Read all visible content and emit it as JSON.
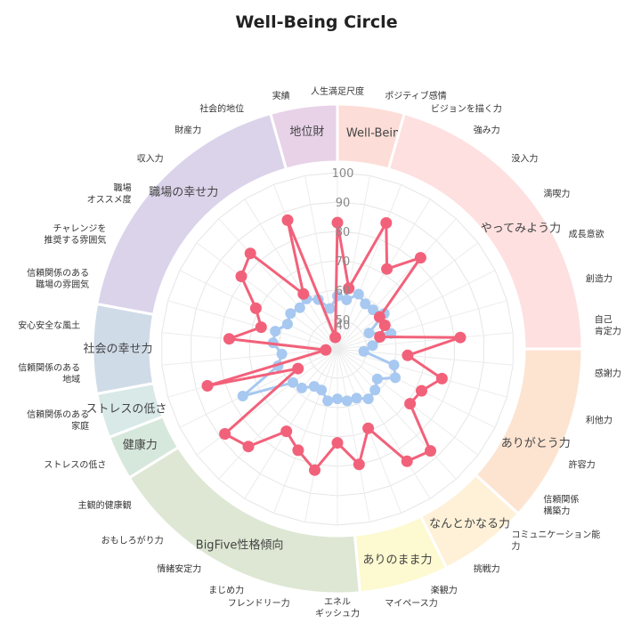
{
  "title": "Well-Being Circle",
  "colors": {
    "series1": "#f2617a",
    "series2": "#a7c8f0",
    "grid": "#e6e6e6",
    "spoke": "#ececec"
  },
  "chart_data": {
    "type": "radar",
    "title": "Well-Being Circle",
    "rlim": [
      40,
      100
    ],
    "ticks": [
      40,
      50,
      60,
      70,
      80,
      90,
      100
    ],
    "grid": true,
    "categories": [
      "人生満足尺度",
      "ポジティブ感情",
      "ビジョンを描く力",
      "強み力",
      "没入力",
      "満喫力",
      "成長意欲",
      "創造力",
      "自己\n肯定力",
      "感謝力",
      "利他力",
      "許容力",
      "信頼関係\n構築力",
      "コミュニケーション能\n力",
      "挑戦力",
      "楽観力",
      "マイペース力",
      "エネル\nギッシュ力",
      "フレンドリー力",
      "まじめ力",
      "情緒安定力",
      "おもしろがり力",
      "主観的健康観",
      "ストレスの低さ",
      "信頼関係のある\n家庭",
      "信頼関係のある\n地域",
      "安心安全な風土",
      "信頼関係のある\n職場の雰囲気",
      "チャレンジを\n推奨する雰囲気",
      "職場\nオススメ度",
      "収入力",
      "財産力",
      "社会的地位",
      "実績"
    ],
    "series": [
      {
        "values": [
          83,
          61,
          86,
          72,
          82,
          58,
          58,
          55,
          82,
          64,
          77,
          72,
          71,
          87,
          85,
          69,
          80,
          72,
          82,
          77,
          73,
          85,
          88,
          55,
          86,
          44,
          77,
          67,
          71,
          81,
          84,
          62,
          87,
          44
        ]
      },
      {
        "values": [
          58,
          57,
          60,
          58,
          58,
          60,
          52,
          59,
          52,
          49,
          60,
          62,
          57,
          59,
          60,
          58,
          58,
          57,
          58,
          55,
          55,
          58,
          59,
          76,
          61,
          59,
          62,
          62,
          59,
          60,
          59,
          60,
          58,
          54
        ]
      }
    ],
    "sectors": [
      {
        "name": "Well-Being",
        "color": "#fdddd7"
      },
      {
        "name": "やってみよう力",
        "color": "#fde0df"
      },
      {
        "name": "ありがとう力",
        "color": "#fde4d1"
      },
      {
        "name": "なんとかなる力",
        "color": "#fef1d8"
      },
      {
        "name": "ありのまま力",
        "color": "#fdf9d0"
      },
      {
        "name": "BigFive性格傾向",
        "color": "#dde7d3"
      },
      {
        "name": "健康力",
        "color": "#d6e8dc"
      },
      {
        "name": "ストレスの低さ",
        "color": "#d8e9e8"
      },
      {
        "name": "社会の幸せ力",
        "color": "#cfdbe7"
      },
      {
        "name": "職場の幸せ力",
        "color": "#dbd3ea"
      },
      {
        "name": "地位財",
        "color": "#e8d2e8"
      }
    ]
  }
}
